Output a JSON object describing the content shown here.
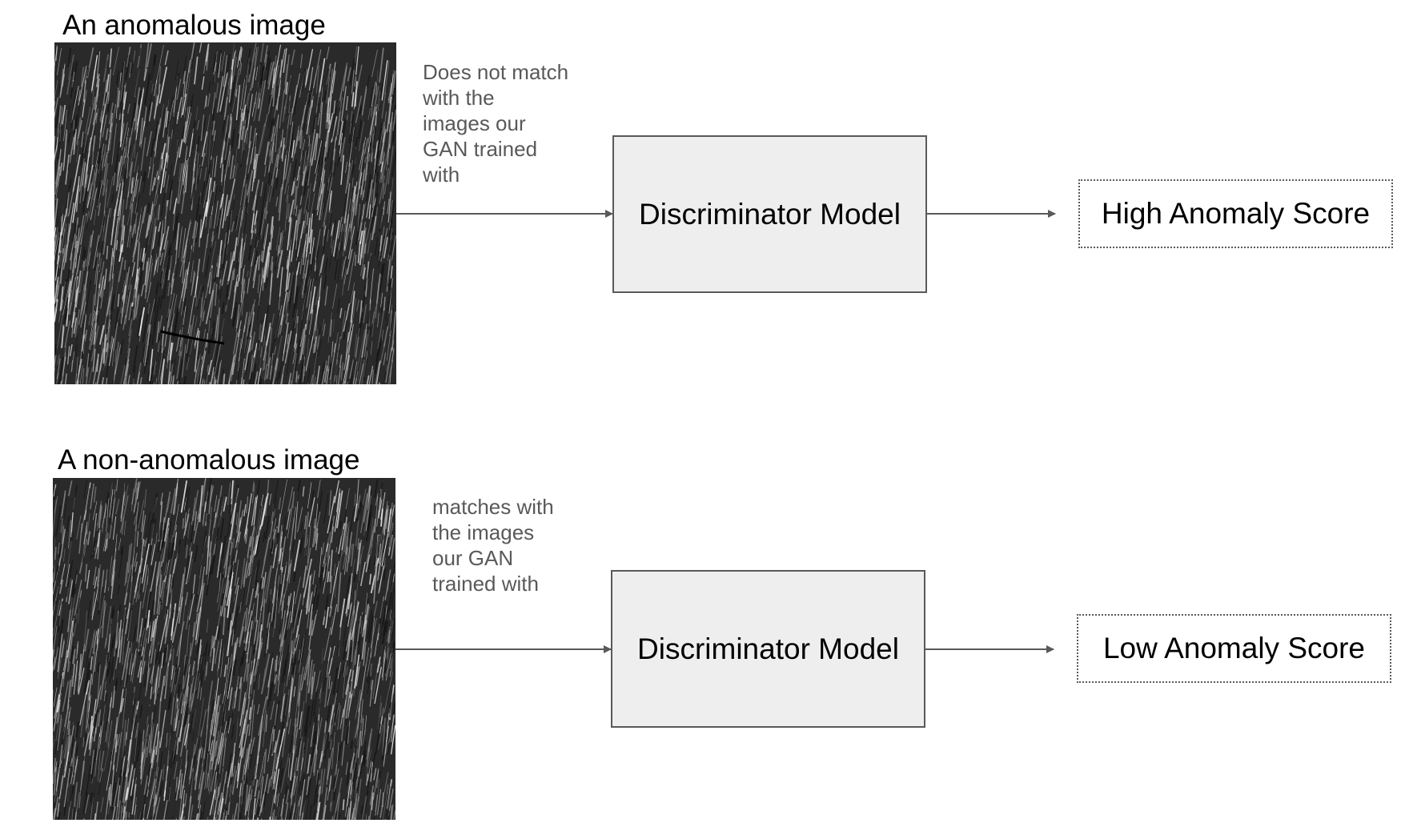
{
  "rows": [
    {
      "image_title": "An anomalous image",
      "image_kind": "noise-texture-with-scratch",
      "note": "Does not match\nwith  the\nimages our\nGAN trained\nwith",
      "model_label": "Discriminator Model",
      "score_label": "High Anomaly Score"
    },
    {
      "image_title": "A non-anomalous image",
      "image_kind": "noise-texture",
      "note": "matches with\nthe images\nour GAN\ntrained with",
      "model_label": "Discriminator Model",
      "score_label": "Low Anomaly Score"
    }
  ],
  "colors": {
    "model_fill": "#eeeeee",
    "stroke": "#595959",
    "note_text": "#595959",
    "texture_dark": "#2a2a2a"
  }
}
